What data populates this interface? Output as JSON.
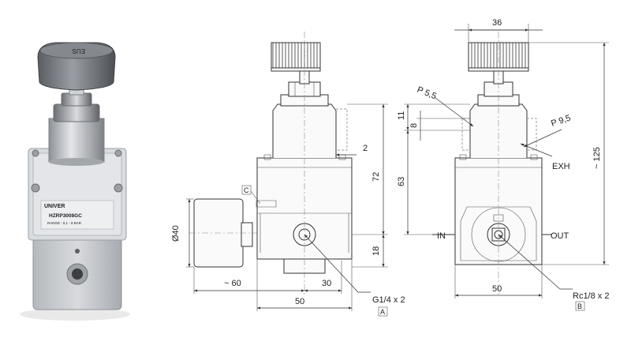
{
  "photo": {
    "brand_label": "UNIVER",
    "model_label": "HZRP3008GC",
    "range_label": "RANGE : 0,1 - 8 BAR",
    "knob_logo": "EUS"
  },
  "front_view": {
    "callout_c": "C",
    "callout_2": "2",
    "dim_dia40": "Ø40",
    "dim_60": "~ 60",
    "dim_30": "30",
    "dim_50": "50",
    "dim_72": "72",
    "dim_18": "18",
    "thread": "G1/4 x 2",
    "note_a": "A"
  },
  "side_view": {
    "dim_36": "36",
    "dim_p55": "P 5,5",
    "dim_p95": "P 9,5",
    "dim_11": "11",
    "dim_8": "8",
    "dim_63": "63",
    "dim_125": "~ 125",
    "dim_50": "50",
    "port_in": "IN",
    "port_out": "OUT",
    "port_exh": "EXH",
    "thread": "Rc1/8 x 2",
    "note_b": "B"
  }
}
